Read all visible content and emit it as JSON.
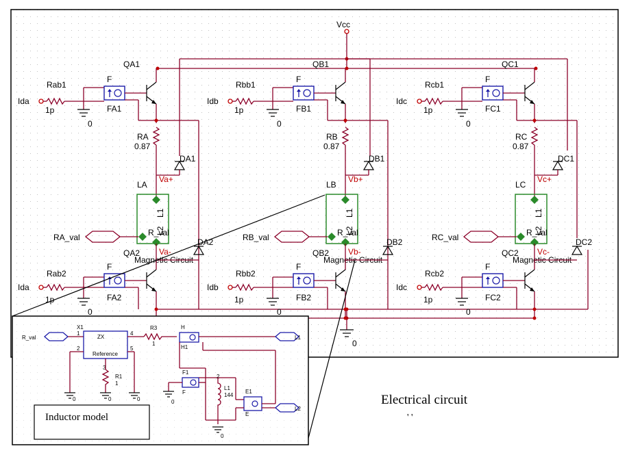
{
  "main": {
    "vcc": "Vcc",
    "ground": "0",
    "magnetic_circuit": "Magnetic Circuit",
    "coil_l1": "L1",
    "coil_l2": "L2",
    "rval": "R_val",
    "phases": [
      {
        "id": "A",
        "in": "Ida",
        "rb1": "Rab1",
        "rb2": "Rab2",
        "rbv": "1p",
        "q1": "QA1",
        "q2": "QA2",
        "fa1": "FA1",
        "fa2": "FA2",
        "f": "F",
        "rs": "RA",
        "rsv": "0.87",
        "d1": "DA1",
        "d2": "DA2",
        "lc": "LA",
        "vp": "Va+",
        "vm": "Va-",
        "rval": "RA_val"
      },
      {
        "id": "B",
        "in": "Idb",
        "rb1": "Rbb1",
        "rb2": "Rbb2",
        "rbv": "1p",
        "q1": "QB1",
        "q2": "QB2",
        "fa1": "FB1",
        "fa2": "FB2",
        "f": "F",
        "rs": "RB",
        "rsv": "0.87",
        "d1": "DB1",
        "d2": "DB2",
        "lc": "LB",
        "vp": "Vb+",
        "vm": "Vb-",
        "rval": "RB_val"
      },
      {
        "id": "C",
        "in": "Idc",
        "rb1": "Rcb1",
        "rb2": "Rcb2",
        "rbv": "1p",
        "q1": "QC1",
        "q2": "QC2",
        "fa1": "FC1",
        "fa2": "FC2",
        "f": "F",
        "rs": "RC",
        "rsv": "0.87",
        "d1": "DC1",
        "d2": "DC2",
        "lc": "LC",
        "vp": "Vc+",
        "vm": "Vc-",
        "rval": "RC_val"
      }
    ]
  },
  "inset": {
    "caption": "Inductor model",
    "r_val": "R_val",
    "x1": "X1",
    "zx": "ZX",
    "reference": "Reference",
    "pin1": "1",
    "pin2": "2",
    "pin3": "3",
    "pin4": "4",
    "pin5": "5",
    "r3": "R3",
    "r3v": "1",
    "r1": "R1",
    "r1v": "1",
    "h": "H",
    "h1": "H1",
    "f1": "F1",
    "f": "F",
    "l1": "L1",
    "l1v": "144",
    "n2": "2",
    "e1": "E1",
    "e": "E",
    "out1": "L1",
    "out2": "L2",
    "gnd": "0"
  },
  "caption": "Electrical circuit",
  "caption_mark": "' '"
}
